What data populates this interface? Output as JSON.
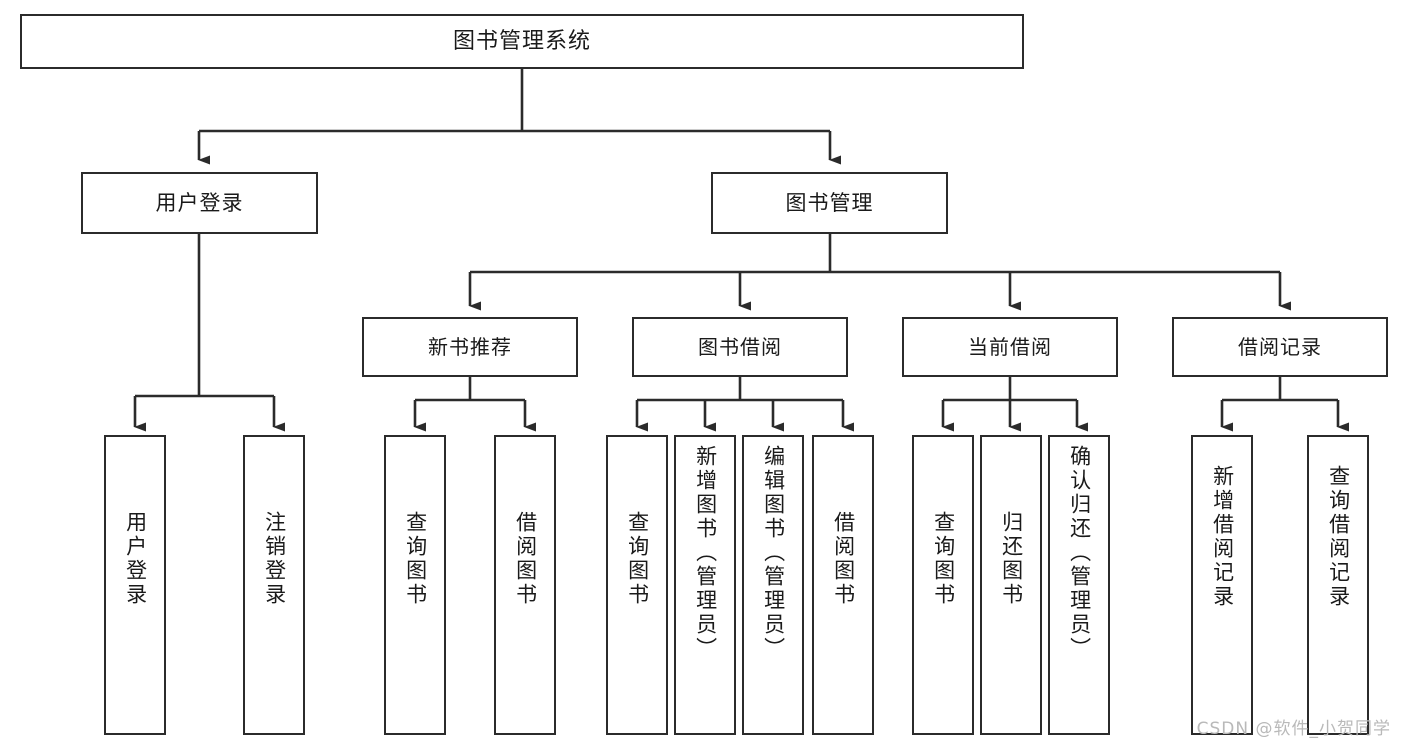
{
  "diagram": {
    "title": "图书管理系统",
    "type": "hierarchy-tree",
    "watermark": "CSDN @软件_小贺同学",
    "colors": {
      "box_border": "#2b2b2b",
      "box_fill": "#ffffff",
      "connector": "#2b2b2b",
      "text": "#1a1a1a",
      "watermark": "#b9b9b9",
      "background": "#ffffff"
    }
  },
  "root": {
    "label": "图书管理系统"
  },
  "level1": [
    {
      "label": "用户登录"
    },
    {
      "label": "图书管理"
    }
  ],
  "level2": [
    {
      "label": "新书推荐"
    },
    {
      "label": "图书借阅"
    },
    {
      "label": "当前借阅"
    },
    {
      "label": "借阅记录"
    }
  ],
  "leaves": {
    "user_login": [
      {
        "label": "用户登录"
      },
      {
        "label": "注销登录"
      }
    ],
    "new_book_recommend": [
      {
        "label": "查询图书"
      },
      {
        "label": "借阅图书"
      }
    ],
    "book_borrow": [
      {
        "label": "查询图书"
      },
      {
        "label": "新增图书（管理员）"
      },
      {
        "label": "编辑图书（管理员）"
      },
      {
        "label": "借阅图书"
      }
    ],
    "current_borrow": [
      {
        "label": "查询图书"
      },
      {
        "label": "归还图书"
      },
      {
        "label": "确认归还（管理员）"
      }
    ],
    "borrow_record": [
      {
        "label": "新增借阅记录"
      },
      {
        "label": "查询借阅记录"
      }
    ]
  }
}
